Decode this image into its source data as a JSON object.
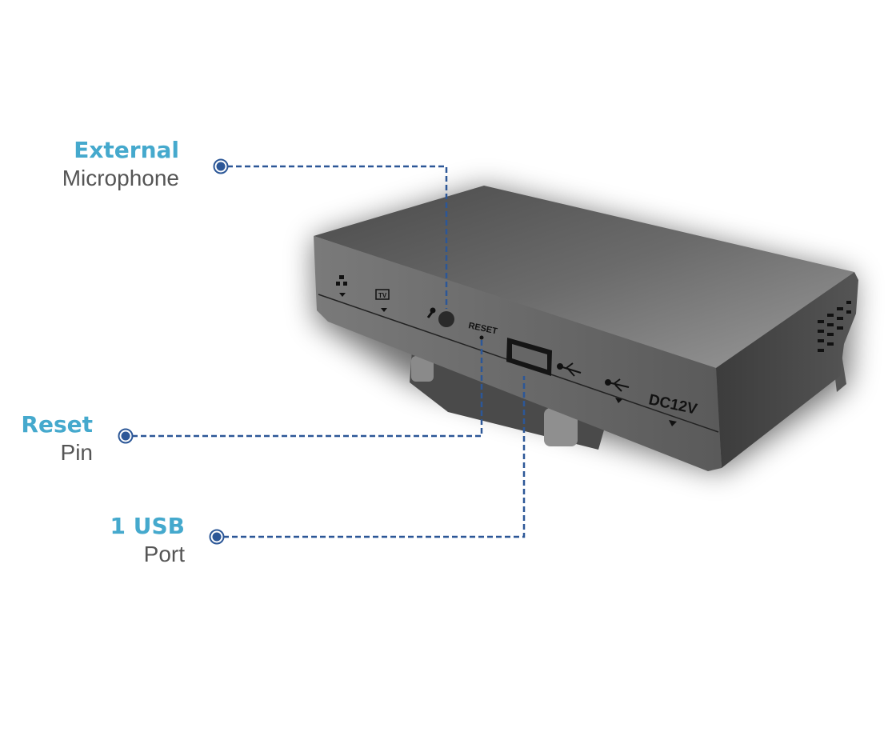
{
  "callouts": [
    {
      "title": "External",
      "subtitle": "Microphone"
    },
    {
      "title": "Reset",
      "subtitle": "Pin"
    },
    {
      "title": "1 USB",
      "subtitle": "Port"
    }
  ],
  "device": {
    "reset_label": "RESET",
    "tv_label": "TV",
    "power_label": "DC12V"
  },
  "colors": {
    "title": "#45a9cd",
    "subtitle": "#555555",
    "leader": "#2c5797"
  }
}
